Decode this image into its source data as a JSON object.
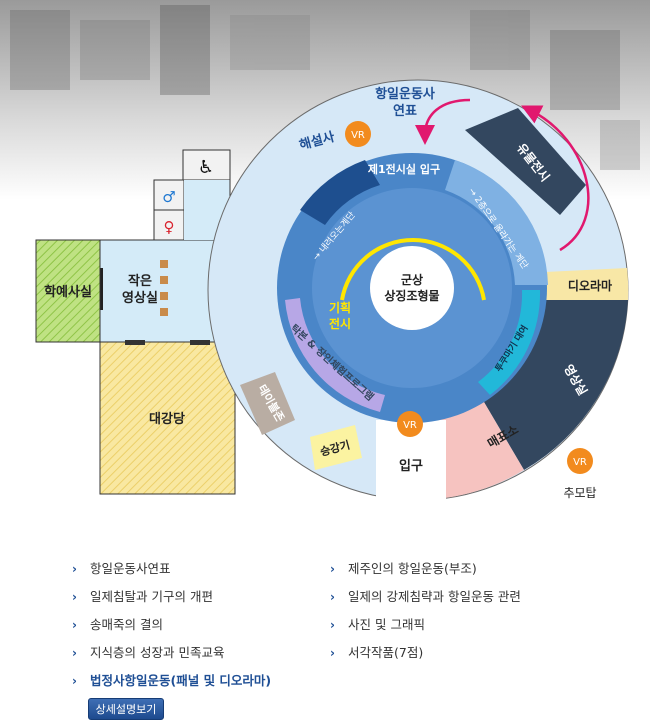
{
  "floor_map": {
    "center": "군상 상징조형물",
    "planning_exhibit": "기획 전시",
    "zones": {
      "timeline": "항일운동사 연표",
      "commentary": "해설사",
      "first_room_entrance": "제1전시실 입구",
      "stairs_down": "→ 내려오는계단",
      "stairs_up": "→ 2층으로 올라가는 계단",
      "relics": "유물전시",
      "diorama": "디오라마",
      "video_corner": "투쿠마기 대여",
      "video_theater": "영상실",
      "shop": "매표소",
      "entrance": "입구",
      "elevator": "승강기",
      "tables": "테이블존",
      "experience": "탁본 & 장인체험프로그램",
      "memorial": "추모탑",
      "small_theater": "작은 영상실",
      "study_room": "학예사실",
      "auditorium": "대강당"
    },
    "vr_badges": [
      "VR",
      "VR",
      "VR"
    ],
    "colors": {
      "outer_ring": "#d8e9f8",
      "inner_ring": "#4a86c8",
      "dark_navy": "#2f4157",
      "diorama": "#f8e7a6",
      "shop": "#f6c3c0",
      "cyan": "#22b8d9",
      "lavender": "#b7a7e6",
      "hatch_green": "#aed96b",
      "hatch_yellow": "#f6e08b",
      "vr_orange": "#f28b1e",
      "magenta": "#e1186e"
    }
  },
  "legend": {
    "left": [
      "항일운동사연표",
      "일제침탈과 기구의 개편",
      "송매죽의 결의",
      "지식층의 성장과 민족교육",
      "법정사항일운동(패널 및 디오라마)"
    ],
    "right": [
      "제주인의 항일운동(부조)",
      "일제의 강제침략과 항일운동 관련",
      "사진 및 그래픽",
      "서각작품(7점)"
    ],
    "arrow_glyph": "›",
    "detail_button": "상세설명보기"
  }
}
